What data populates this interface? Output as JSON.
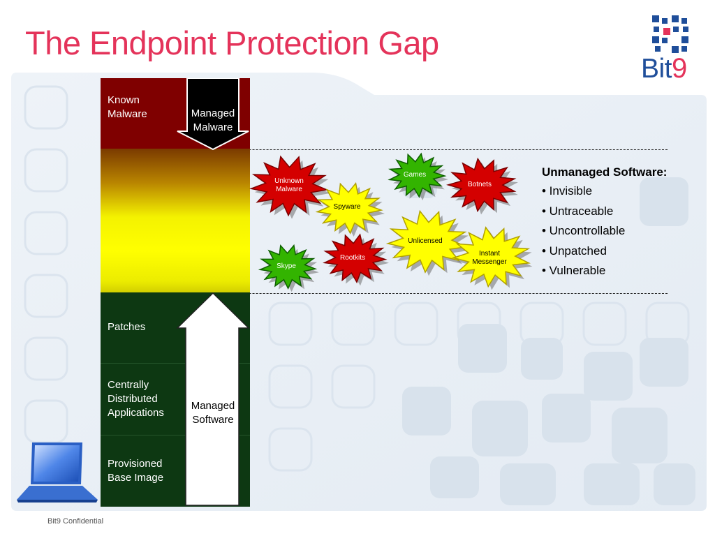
{
  "slide": {
    "title": "The Endpoint Protection Gap",
    "footer": "Bit9 Confidential"
  },
  "logo": {
    "text_main": "Bit",
    "text_digit": "9",
    "colors": {
      "main": "#1f4e9a",
      "accent": "#e4335a"
    }
  },
  "stack": {
    "known_malware": "Known\nMalware",
    "patches": "Patches",
    "centrally_distributed": "Centrally\nDistributed\nApplications",
    "provisioned_base_image": "Provisioned\nBase Image",
    "colors": {
      "known": "#7f0000",
      "managed": "#0d3812",
      "gap": "#ffff00"
    }
  },
  "arrows": {
    "managed_malware": "Managed\nMalware",
    "managed_software": "Managed\nSoftware"
  },
  "bursts": [
    {
      "id": "unknown-malware",
      "label": "Unknown\nMalware",
      "color": "red"
    },
    {
      "id": "games",
      "label": "Games",
      "color": "green"
    },
    {
      "id": "botnets",
      "label": "Botnets",
      "color": "red"
    },
    {
      "id": "spyware",
      "label": "Spyware",
      "color": "yellow"
    },
    {
      "id": "unlicensed",
      "label": "Unlicensed",
      "color": "yellow"
    },
    {
      "id": "rootkits",
      "label": "Rootkits",
      "color": "red"
    },
    {
      "id": "instant-messenger",
      "label": "Instant\nMessenger",
      "color": "yellow"
    },
    {
      "id": "skype",
      "label": "Skype",
      "color": "green"
    }
  ],
  "unmanaged": {
    "title": "Unmanaged Software:",
    "items": [
      "• Invisible",
      "• Untraceable",
      "• Uncontrollable",
      "• Unpatched",
      "• Vulnerable"
    ]
  }
}
